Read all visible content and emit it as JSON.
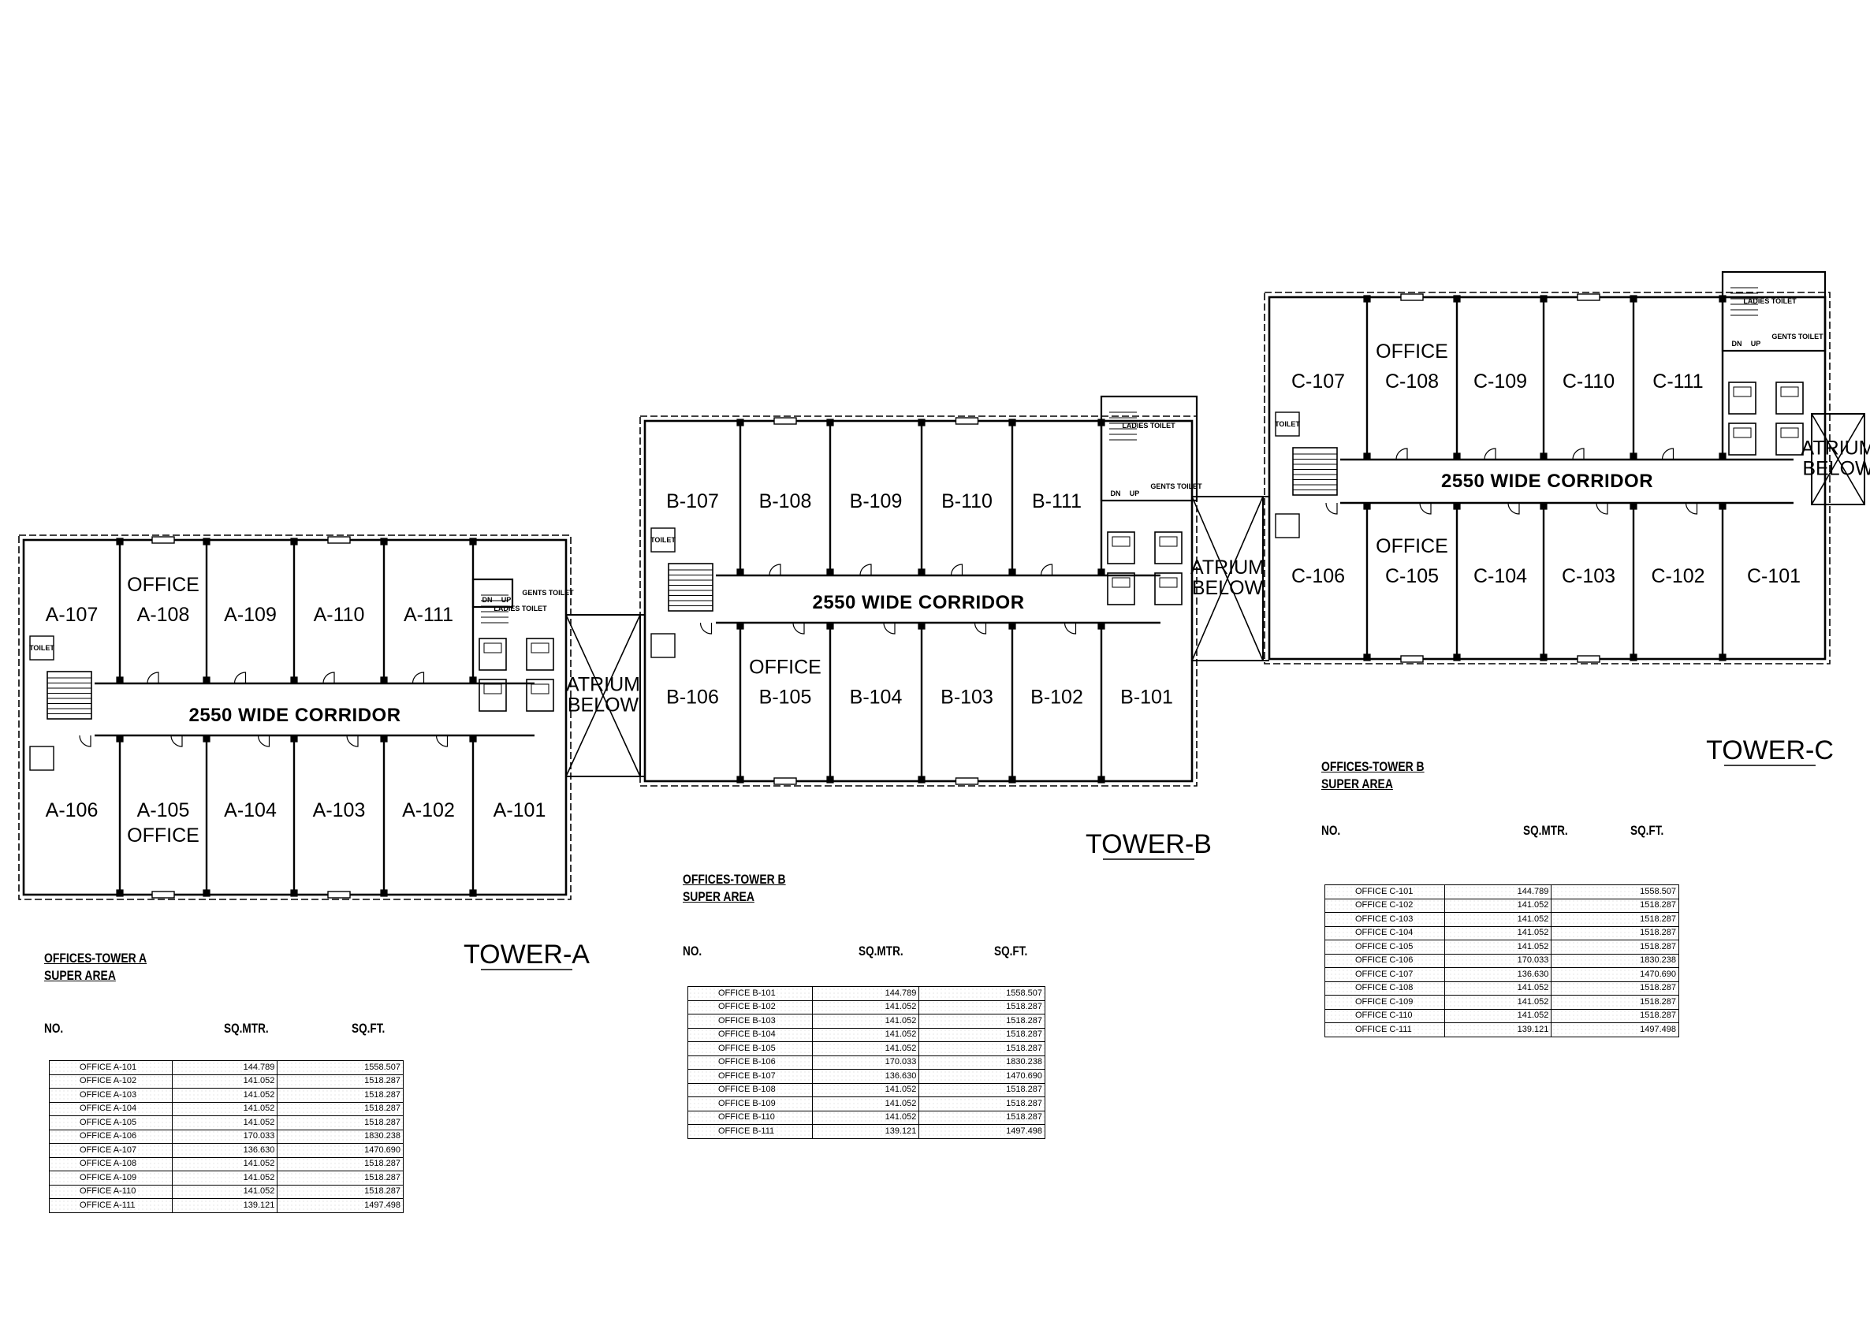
{
  "towers": [
    {
      "label": "TOWER-A",
      "top_rooms": [
        "A-107",
        "A-108",
        "A-109",
        "A-110",
        "A-111"
      ],
      "bottom_rooms": [
        "A-106",
        "A-105",
        "A-104",
        "A-103",
        "A-102",
        "A-101"
      ],
      "top_office_tag": "OFFICE",
      "bottom_office_tag": "OFFICE",
      "corridor": "2550 WIDE CORRIDOR",
      "atrium": [
        "ATRIUM",
        "BELOW"
      ],
      "schedule": {
        "title": "OFFICES-TOWER A",
        "subtitle": "SUPER AREA",
        "col_no": "NO.",
        "col_sqm": "SQ.MTR.",
        "col_sqft": "SQ.FT.",
        "rows": [
          {
            "name": "OFFICE  A-101",
            "sqm": "144.789",
            "sqft": "1558.507"
          },
          {
            "name": "OFFICE  A-102",
            "sqm": "141.052",
            "sqft": "1518.287"
          },
          {
            "name": "OFFICE  A-103",
            "sqm": "141.052",
            "sqft": "1518.287"
          },
          {
            "name": "OFFICE  A-104",
            "sqm": "141.052",
            "sqft": "1518.287"
          },
          {
            "name": "OFFICE  A-105",
            "sqm": "141.052",
            "sqft": "1518.287"
          },
          {
            "name": "OFFICE  A-106",
            "sqm": "170.033",
            "sqft": "1830.238"
          },
          {
            "name": "OFFICE  A-107",
            "sqm": "136.630",
            "sqft": "1470.690"
          },
          {
            "name": "OFFICE  A-108",
            "sqm": "141.052",
            "sqft": "1518.287"
          },
          {
            "name": "OFFICE  A-109",
            "sqm": "141.052",
            "sqft": "1518.287"
          },
          {
            "name": "OFFICE  A-110",
            "sqm": "141.052",
            "sqft": "1518.287"
          },
          {
            "name": "OFFICE  A-111",
            "sqm": "139.121",
            "sqft": "1497.498"
          }
        ]
      }
    },
    {
      "label": "TOWER-B",
      "top_rooms": [
        "B-107",
        "B-108",
        "B-109",
        "B-110",
        "B-111"
      ],
      "bottom_rooms": [
        "B-106",
        "B-105",
        "B-104",
        "B-103",
        "B-102",
        "B-101"
      ],
      "bottom_office_tag": "OFFICE",
      "corridor": "2550 WIDE CORRIDOR",
      "atrium": [
        "ATRIUM",
        "BELOW"
      ],
      "schedule": {
        "title": "OFFICES-TOWER B",
        "subtitle": "SUPER AREA",
        "col_no": "NO.",
        "col_sqm": "SQ.MTR.",
        "col_sqft": "SQ.FT.",
        "rows": [
          {
            "name": "OFFICE  B-101",
            "sqm": "144.789",
            "sqft": "1558.507"
          },
          {
            "name": "OFFICE  B-102",
            "sqm": "141.052",
            "sqft": "1518.287"
          },
          {
            "name": "OFFICE  B-103",
            "sqm": "141.052",
            "sqft": "1518.287"
          },
          {
            "name": "OFFICE  B-104",
            "sqm": "141.052",
            "sqft": "1518.287"
          },
          {
            "name": "OFFICE  B-105",
            "sqm": "141.052",
            "sqft": "1518.287"
          },
          {
            "name": "OFFICE  B-106",
            "sqm": "170.033",
            "sqft": "1830.238"
          },
          {
            "name": "OFFICE  B-107",
            "sqm": "136.630",
            "sqft": "1470.690"
          },
          {
            "name": "OFFICE  B-108",
            "sqm": "141.052",
            "sqft": "1518.287"
          },
          {
            "name": "OFFICE  B-109",
            "sqm": "141.052",
            "sqft": "1518.287"
          },
          {
            "name": "OFFICE  B-110",
            "sqm": "141.052",
            "sqft": "1518.287"
          },
          {
            "name": "OFFICE  B-111",
            "sqm": "139.121",
            "sqft": "1497.498"
          }
        ]
      }
    },
    {
      "label": "TOWER-C",
      "top_rooms": [
        "C-107",
        "C-108",
        "C-109",
        "C-110",
        "C-111"
      ],
      "bottom_rooms": [
        "C-106",
        "C-105",
        "C-104",
        "C-103",
        "C-102",
        "C-101"
      ],
      "top_office_tag": "OFFICE",
      "bottom_office_tag": "OFFICE",
      "corridor": "2550 WIDE CORRIDOR",
      "atrium": [
        "ATRIUM",
        "BELOW"
      ],
      "schedule": {
        "title": "OFFICES-TOWER B",
        "subtitle": "SUPER AREA",
        "col_no": "NO.",
        "col_sqm": "SQ.MTR.",
        "col_sqft": "SQ.FT.",
        "rows": [
          {
            "name": "OFFICE  C-101",
            "sqm": "144.789",
            "sqft": "1558.507"
          },
          {
            "name": "OFFICE  C-102",
            "sqm": "141.052",
            "sqft": "1518.287"
          },
          {
            "name": "OFFICE  C-103",
            "sqm": "141.052",
            "sqft": "1518.287"
          },
          {
            "name": "OFFICE  C-104",
            "sqm": "141.052",
            "sqft": "1518.287"
          },
          {
            "name": "OFFICE  C-105",
            "sqm": "141.052",
            "sqft": "1518.287"
          },
          {
            "name": "OFFICE  C-106",
            "sqm": "170.033",
            "sqft": "1830.238"
          },
          {
            "name": "OFFICE  C-107",
            "sqm": "136.630",
            "sqft": "1470.690"
          },
          {
            "name": "OFFICE  C-108",
            "sqm": "141.052",
            "sqft": "1518.287"
          },
          {
            "name": "OFFICE  C-109",
            "sqm": "141.052",
            "sqft": "1518.287"
          },
          {
            "name": "OFFICE  C-110",
            "sqm": "141.052",
            "sqft": "1518.287"
          },
          {
            "name": "OFFICE  C-111",
            "sqm": "139.121",
            "sqft": "1497.498"
          }
        ]
      }
    }
  ],
  "core_labels": {
    "ladies": "LADIES TOILET",
    "gents": "GENTS TOILET",
    "toilet": "TOILET",
    "dn": "DN",
    "up": "UP"
  }
}
